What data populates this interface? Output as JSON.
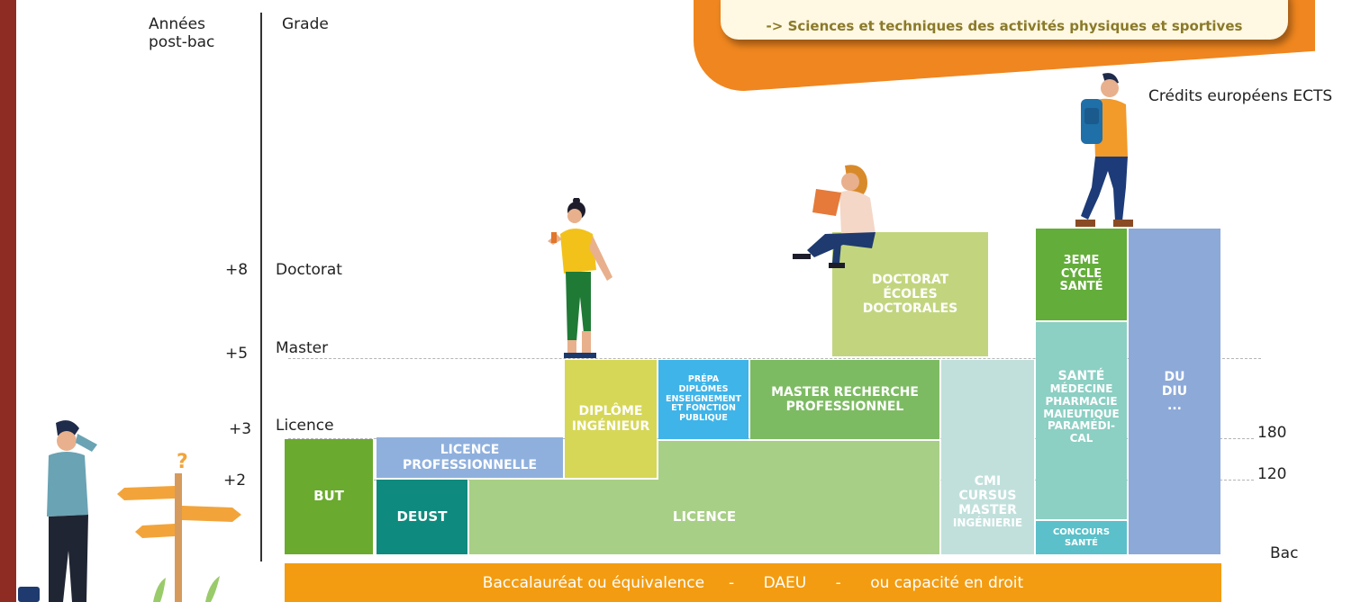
{
  "header": {
    "years_label_line1": "Années",
    "years_label_line2": "post-bac",
    "grade_label": "Grade",
    "ects_label": "Crédits européens ECTS",
    "note_text": "-> Sciences et techniques des activités physiques et sportives"
  },
  "levels": [
    {
      "year": "+8",
      "grade": "Doctorat"
    },
    {
      "year": "+5",
      "grade": "Master"
    },
    {
      "year": "+3",
      "grade": "Licence"
    },
    {
      "year": "+2",
      "grade": ""
    }
  ],
  "credits": {
    "c180": "180",
    "c120": "120",
    "bac": "Bac"
  },
  "blocks": {
    "but": "BUT",
    "deust": "DEUST",
    "licence": "LICENCE",
    "licence_pro_1": "LICENCE",
    "licence_pro_2": "PROFESSIONNELLE",
    "ingenieur_1": "DIPLÔME",
    "ingenieur_2": "INGÉNIEUR",
    "prepa_1": "PRÉPA",
    "prepa_2": "DIPLÔMES",
    "prepa_3": "ENSEIGNEMENT",
    "prepa_4": "ET FONCTION",
    "prepa_5": "PUBLIQUE",
    "master_1": "MASTER RECHERCHE",
    "master_2": "PROFESSIONNEL",
    "doctorat_1": "DOCTORAT",
    "doctorat_2": "ÉCOLES",
    "doctorat_3": "DOCTORALES",
    "cmi_1": "CMI",
    "cmi_2": "CURSUS",
    "cmi_3": "MASTER",
    "cmi_4": "INGÉNIERIE",
    "sante3_1": "3EME",
    "sante3_2": "CYCLE",
    "sante3_3": "SANTÉ",
    "sante_1": "SANTÉ",
    "sante_2": "MÉDECINE",
    "sante_3": "PHARMACIE",
    "sante_4": "MAIEUTIQUE",
    "sante_5": "PARAMÉDI-",
    "sante_6": "CAL",
    "concours_1": "CONCOURS",
    "concours_2": "SANTÉ",
    "du_1": "DU",
    "du_2": "DIU",
    "du_3": "..."
  },
  "footer": {
    "bac_bar": "Baccalauréat ou équivalence     -      DAEU      -      ou capacité en droit"
  },
  "colors": {
    "but": "#6aaa2e",
    "deust": "#0f8a7e",
    "licence": "#a8cf86",
    "licence_pro": "#8fb0dd",
    "ingenieur": "#d6d757",
    "prepa": "#3fb4e8",
    "master": "#7dbb63",
    "doctorat": "#c2d57e",
    "cmi": "#c1e0dc",
    "sante3": "#63ad3a",
    "sante": "#8ccfc3",
    "concours": "#5bc0c9",
    "du": "#8da9d8",
    "bac_bar": "#f39c11",
    "brand_red": "#8e2c24",
    "accent_orange": "#f0861f"
  }
}
